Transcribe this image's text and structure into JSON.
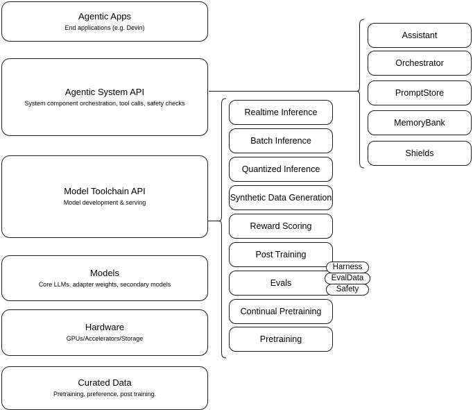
{
  "diagram": {
    "title": "AI Stack Layers Architecture Diagram",
    "stroke_color": "#1a1a1a",
    "background_color": "#ffffff",
    "text_color": "#000000"
  },
  "layers": [
    {
      "id": "agentic-apps",
      "title": "Agentic Apps",
      "subtitle": "End applications (e.g. Devin)"
    },
    {
      "id": "agentic-system-api",
      "title": "Agentic System API",
      "subtitle": "System component orchestration, tool calls, safety checks"
    },
    {
      "id": "model-toolchain-api",
      "title": "Model Toolchain API",
      "subtitle": "Model development & serving"
    },
    {
      "id": "models",
      "title": "Models",
      "subtitle": "Core LLMs, adapter weights, secondary models"
    },
    {
      "id": "hardware",
      "title": "Hardware",
      "subtitle": "GPUs/Accelerators/Storage"
    },
    {
      "id": "curated-data",
      "title": "Curated Data",
      "subtitle": "Pretraining, preference, post training."
    }
  ],
  "toolchain_components": [
    {
      "id": "realtime-inference",
      "label": "Realtime Inference"
    },
    {
      "id": "batch-inference",
      "label": "Batch Inference"
    },
    {
      "id": "quantized-inference",
      "label": "Quantized Inference"
    },
    {
      "id": "synthetic-data-generation",
      "label": "Synthetic Data Generation"
    },
    {
      "id": "reward-scoring",
      "label": "Reward Scoring"
    },
    {
      "id": "post-training",
      "label": "Post Training"
    },
    {
      "id": "evals",
      "label": "Evals"
    },
    {
      "id": "continual-pretraining",
      "label": "Continual Pretraining"
    },
    {
      "id": "pretraining",
      "label": "Pretraining"
    }
  ],
  "agentic_components": [
    {
      "id": "assistant",
      "label": "Assistant"
    },
    {
      "id": "orchestrator",
      "label": "Orchestrator"
    },
    {
      "id": "promptstore",
      "label": "PromptStore"
    },
    {
      "id": "memorybank",
      "label": "MemoryBank"
    },
    {
      "id": "shields",
      "label": "Shields"
    }
  ],
  "evals_subcomponents": [
    {
      "id": "harness",
      "label": "Harness"
    },
    {
      "id": "evaldata",
      "label": "EvalData"
    },
    {
      "id": "safety",
      "label": "Safety"
    }
  ]
}
